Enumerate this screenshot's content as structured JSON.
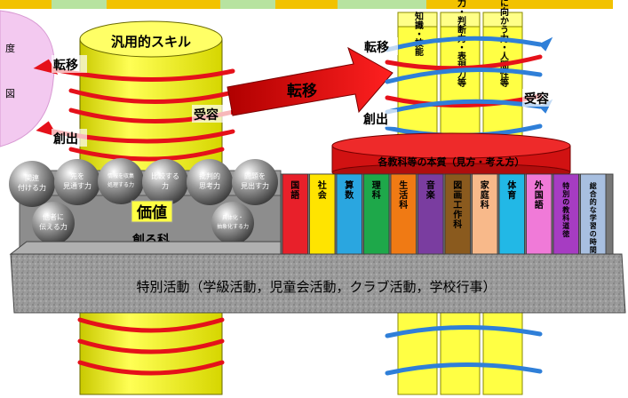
{
  "left_pill": {
    "line1": "度",
    "line2": "図"
  },
  "left_column": {
    "title": "汎用的スキル",
    "transfer_label": "転移",
    "create_label": "創出",
    "accept_label": "受容"
  },
  "spheres": [
    {
      "lines": [
        "関連",
        "付ける力"
      ]
    },
    {
      "lines": [
        "先を",
        "見通す力"
      ]
    },
    {
      "lines": [
        "情報を収集",
        "処理する力"
      ]
    },
    {
      "lines": [
        "比較する",
        "力"
      ]
    },
    {
      "lines": [
        "批判的",
        "思考力"
      ]
    },
    {
      "lines": [
        "問題を",
        "見出す力"
      ]
    },
    {
      "lines": [
        "他者に",
        "伝える力"
      ]
    },
    {
      "lines": [
        "具体化・",
        "抽象化する力"
      ]
    }
  ],
  "value_box": {
    "text": "価値"
  },
  "create_subject": {
    "text": "創る科"
  },
  "center_arrow": {
    "text": "転移"
  },
  "right_column": {
    "transfer_label": "転移",
    "accept_label": "受容",
    "create_label": "創出",
    "pillars": [
      {
        "text": "知識・技能"
      },
      {
        "text": "思考力・判断力・表現力等"
      },
      {
        "text": "学びに向かう力・人間性等"
      }
    ],
    "disc_text": "各教科等の本質（見方・考え方）"
  },
  "subjects": [
    {
      "name": "国語",
      "color": "#e8202a"
    },
    {
      "name": "社会",
      "color": "#ffe400"
    },
    {
      "name": "算数",
      "color": "#2aa6e0"
    },
    {
      "name": "理科",
      "color": "#1ea84a"
    },
    {
      "name": "生活科",
      "color": "#f07a14"
    },
    {
      "name": "音楽",
      "color": "#7a3da0"
    },
    {
      "name": "図画工作科",
      "color": "#8a5a1e"
    },
    {
      "name": "家庭科",
      "color": "#f8b98a"
    },
    {
      "name": "体育",
      "color": "#22b8e6"
    },
    {
      "name": "外国語",
      "color": "#f07ad8"
    },
    {
      "name": "特別の教科道徳",
      "color": "#a63cc2"
    },
    {
      "name": "総合的な学習の時間",
      "color": "#a8bfe0"
    }
  ],
  "base_slab": {
    "text": "特別活動（学級活動，児童会活動，クラブ活動，学校行事）"
  },
  "colors": {
    "cylinder": "#ffff33",
    "spiral_red": "#e5111a",
    "spiral_blue": "#2f7fd8",
    "pill": "#f3c9f0",
    "slab": "#8c8c8c"
  }
}
